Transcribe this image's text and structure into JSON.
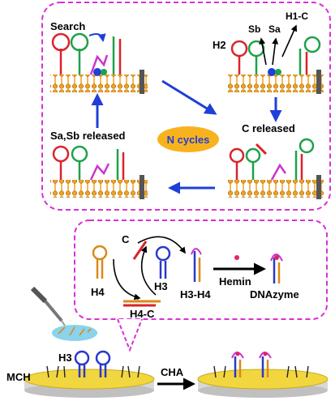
{
  "labels": {
    "search": "Search",
    "sb": "Sb",
    "sa": "Sa",
    "h1c": "H1-C",
    "h2": "H2",
    "sasb_released": "Sa,Sb released",
    "n_cycles": "N cycles",
    "c_released": "C released",
    "c": "C",
    "h4": "H4",
    "h3": "H3",
    "h3h4": "H3-H4",
    "h4c": "H4-C",
    "hemin": "Hemin",
    "dnazyme": "DNAzyme",
    "h3_electrode": "H3",
    "mch": "MCH",
    "cha": "CHA"
  },
  "colors": {
    "dashed_border": "#d92fd9",
    "arrow_blue": "#1f3fd8",
    "membrane": "#f0a020",
    "n_cycles_fill": "#f7b21e",
    "n_cycles_text": "#1f3fd8",
    "electrode": "#f2d640",
    "hairpin_red": "#d9242b",
    "hairpin_green": "#1fa14a",
    "hairpin_blue": "#2a39c9",
    "hairpin_orange": "#d98a1a",
    "strand_magenta": "#cc33cc",
    "hemin_dot": "#e0236e"
  }
}
